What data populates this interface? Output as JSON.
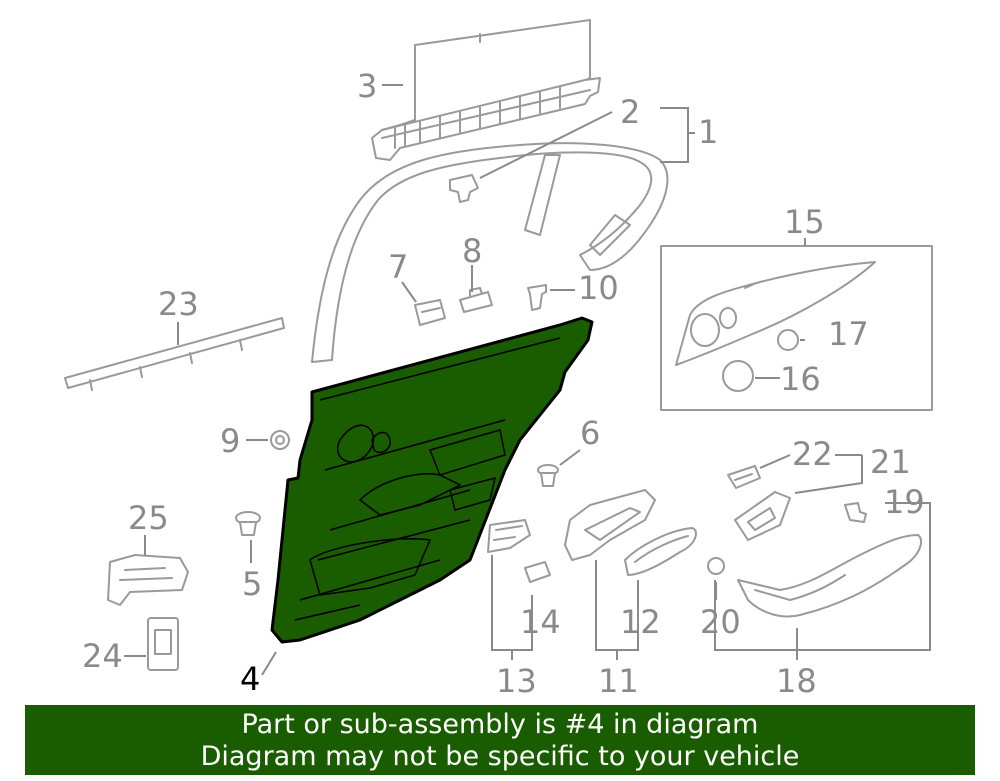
{
  "colors": {
    "highlight_fill": "#1a5c00",
    "highlight_stroke": "#000000",
    "line_gray": "#9a9a9a",
    "banner_bg": "#1a5c00",
    "banner_text": "#ffffff"
  },
  "callouts": {
    "c1": "1",
    "c2": "2",
    "c3": "3",
    "c4": "4",
    "c5": "5",
    "c6": "6",
    "c7": "7",
    "c8": "8",
    "c9": "9",
    "c10": "10",
    "c11": "11",
    "c12": "12",
    "c13": "13",
    "c14": "14",
    "c15": "15",
    "c16": "16",
    "c17": "17",
    "c18": "18",
    "c19": "19",
    "c20": "20",
    "c21": "21",
    "c22": "22",
    "c23": "23",
    "c24": "24",
    "c25": "25"
  },
  "banner": {
    "line1": "Part or sub-assembly is #4 in diagram",
    "line2": "Diagram may not be specific to your vehicle"
  }
}
